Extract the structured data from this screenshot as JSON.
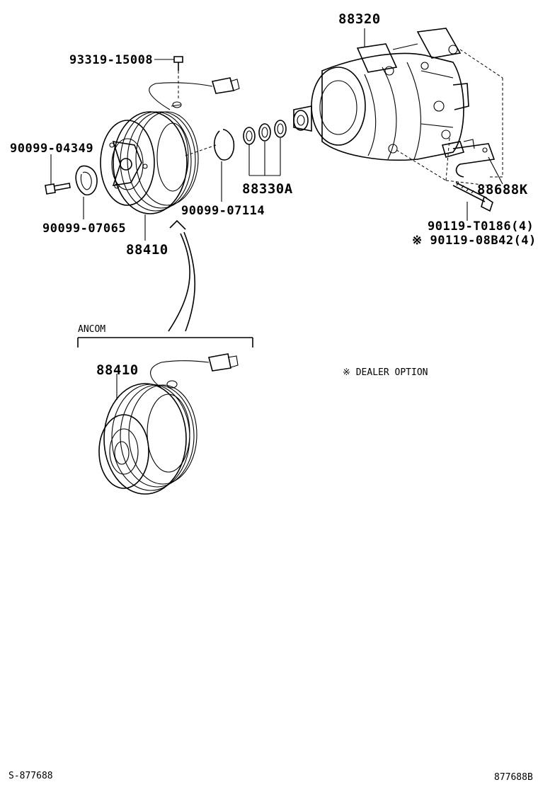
{
  "labels": {
    "p88320": "88320",
    "p93319": "93319-15008",
    "p90099_04349": "90099-04349",
    "p90099_07065": "90099-07065",
    "p88410_top": "88410",
    "p90099_07114": "90099-07114",
    "p88330A": "88330A",
    "p88688K": "88688K",
    "p90119_T0186": "90119-T0186(4)",
    "p90119_08B42": "※ 90119-08B42(4)",
    "ancom": "ANCOM",
    "p88410_bottom": "88410",
    "dealer_option": "※  DEALER OPTION",
    "footer_left": "S-877688",
    "footer_right": "877688B"
  }
}
